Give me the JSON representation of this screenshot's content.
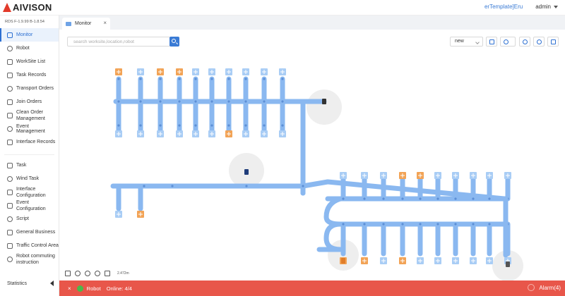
{
  "app": {
    "logo_text": "AIVISON"
  },
  "header": {
    "template_link": "erTemplate]Eru",
    "user": "admin"
  },
  "sidebar": {
    "version": "RDS F-1.9.99 B-1.8.54",
    "items": [
      {
        "label": "Monitor",
        "active": true
      },
      {
        "label": "Robot"
      },
      {
        "label": "WorkSite List"
      },
      {
        "label": "Task Records"
      },
      {
        "label": "Transport Orders"
      },
      {
        "label": "Join Orders"
      },
      {
        "label": "Clean Order Management"
      },
      {
        "label": "Event Management"
      },
      {
        "label": "Interface Records"
      }
    ],
    "items2": [
      {
        "label": "Task"
      },
      {
        "label": "Wind Task"
      },
      {
        "label": "Interface Configuration"
      },
      {
        "label": "Event Configuration"
      },
      {
        "label": "Script"
      },
      {
        "label": "General Business"
      },
      {
        "label": "Traffic Control Area"
      },
      {
        "label": "Robot commuting instruction"
      }
    ],
    "statistics": "Statistics"
  },
  "tabs": [
    {
      "label": "Monitor",
      "close": "×"
    }
  ],
  "toolbar": {
    "search_placeholder": "search worksite,location,robot",
    "select_value": "new"
  },
  "map": {
    "path_color": "#8ab8f0",
    "station_blue": "#a9cdf5",
    "station_orange": "#f2a356",
    "scale_text": "2.472m"
  },
  "status": {
    "close": "×",
    "robot_label": "Robot",
    "online_text": "Online: 4/4",
    "alarm_text": "Alarm(4)"
  }
}
